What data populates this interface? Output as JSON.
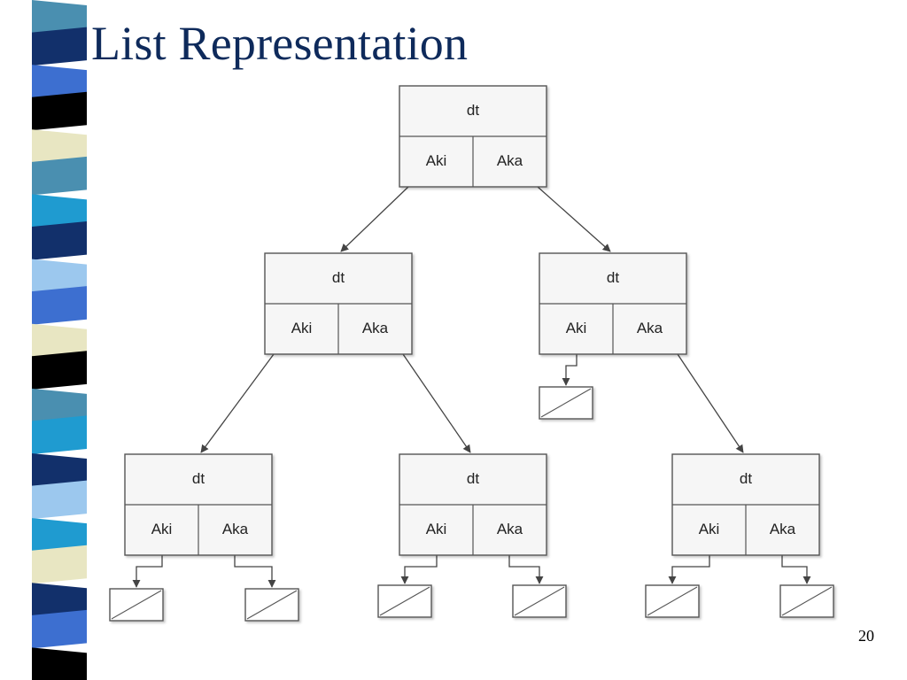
{
  "slide": {
    "title": "List Representation",
    "page_number": "20"
  },
  "node_fields": {
    "data": "dt",
    "left": "Aki",
    "right": "Aka"
  },
  "tree": {
    "nodes": [
      {
        "id": "root",
        "parent": null
      },
      {
        "id": "l",
        "parent": "root",
        "side": "left"
      },
      {
        "id": "r",
        "parent": "root",
        "side": "right"
      },
      {
        "id": "ll",
        "parent": "l",
        "side": "left"
      },
      {
        "id": "lr",
        "parent": "l",
        "side": "right"
      },
      {
        "id": "rr",
        "parent": "r",
        "side": "right"
      }
    ],
    "null_pointers": [
      {
        "node": "r",
        "side": "left"
      },
      {
        "node": "ll",
        "side": "left"
      },
      {
        "node": "ll",
        "side": "right"
      },
      {
        "node": "lr",
        "side": "left"
      },
      {
        "node": "lr",
        "side": "right"
      },
      {
        "node": "rr",
        "side": "left"
      },
      {
        "node": "rr",
        "side": "right"
      }
    ]
  },
  "colors": {
    "title": "#0e2a5b",
    "node_fill": "#f6f6f6",
    "node_border": "#555555",
    "edge": "#444444",
    "stripe": [
      "#4a8fb0",
      "#12306b",
      "#3d6fd0",
      "#000000",
      "#e8e6c2",
      "#4a8fb0",
      "#1f9bd0",
      "#12306b",
      "#9cc8ee",
      "#3d6fd0",
      "#e8e6c2",
      "#000000",
      "#4a8fb0",
      "#1f9bd0",
      "#12306b",
      "#9cc8ee",
      "#1f9bd0",
      "#e8e6c2",
      "#12306b",
      "#3d6fd0",
      "#000000"
    ]
  }
}
